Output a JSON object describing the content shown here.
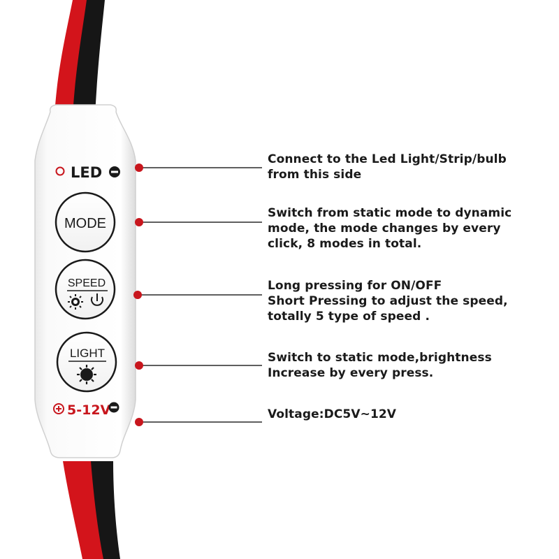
{
  "device": {
    "led_label": "LED",
    "mode_label": "MODE",
    "speed_label": "SPEED",
    "light_label": "LIGHT",
    "voltage_label": "5-12V"
  },
  "callouts": {
    "led": [
      "Connect to the Led Light/Strip/bulb",
      "from this side"
    ],
    "mode": [
      "Switch from static mode to dynamic",
      "mode, the mode changes by every",
      "click, 8 modes in total."
    ],
    "speed": [
      "Long pressing for ON/OFF",
      "Short Pressing to adjust the speed,",
      "totally 5 type of speed ."
    ],
    "light": [
      "Switch to static mode,brightness",
      "Increase by every press."
    ],
    "voltage": [
      "Voltage:DC5V~12V"
    ]
  },
  "colors": {
    "wire_red": "#d3141b",
    "wire_black": "#161616",
    "dot_red": "#c8161d",
    "text": "#1a1a1a"
  }
}
